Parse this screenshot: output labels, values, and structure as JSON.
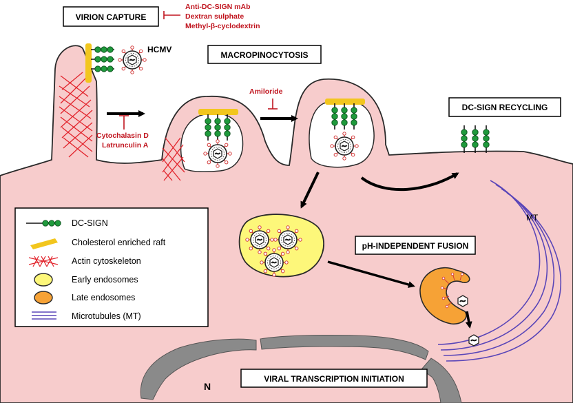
{
  "labels": {
    "virion_capture": "VIRION CAPTURE",
    "macropinocytosis": "MACROPINOCYTOSIS",
    "dcsign_recycling": "DC-SIGN RECYCLING",
    "ph_fusion": "pH-INDEPENDENT FUSION",
    "viral_transcription": "VIRAL TRANSCRIPTION INITIATION",
    "hcmv": "HCMV",
    "mt": "MT",
    "nucleus": "N"
  },
  "inhibitors": {
    "capture": [
      "Anti-DC-SIGN mAb",
      "Dextran sulphate",
      "Methyl-β-cyclodextrin"
    ],
    "actin": [
      "Cytochalasin D",
      "Latrunculin A"
    ],
    "macropinocytosis": "Amiloride"
  },
  "legend": [
    {
      "icon": "dc-sign-icon",
      "label": "DC-SIGN"
    },
    {
      "icon": "raft-icon",
      "label": "Cholesterol enriched raft"
    },
    {
      "icon": "actin-icon",
      "label": "Actin cytoskeleton"
    },
    {
      "icon": "early-endosome-icon",
      "label": "Early endosomes"
    },
    {
      "icon": "late-endosome-icon",
      "label": "Late endosomes"
    },
    {
      "icon": "microtubule-icon",
      "label": "Microtubules (MT)"
    }
  ],
  "colors": {
    "cell": "#f7cccc",
    "cell_border": "#2a2a2a",
    "raft": "#f2c61e",
    "actin": "#e2242c",
    "early_endosome": "#fdf77a",
    "late_endosome": "#f6a236",
    "microtubule": "#5a46b8",
    "dc_sign": "#1f9a3c",
    "inhibitor": "#c0141e",
    "nucleus": "#8a8a8a"
  }
}
